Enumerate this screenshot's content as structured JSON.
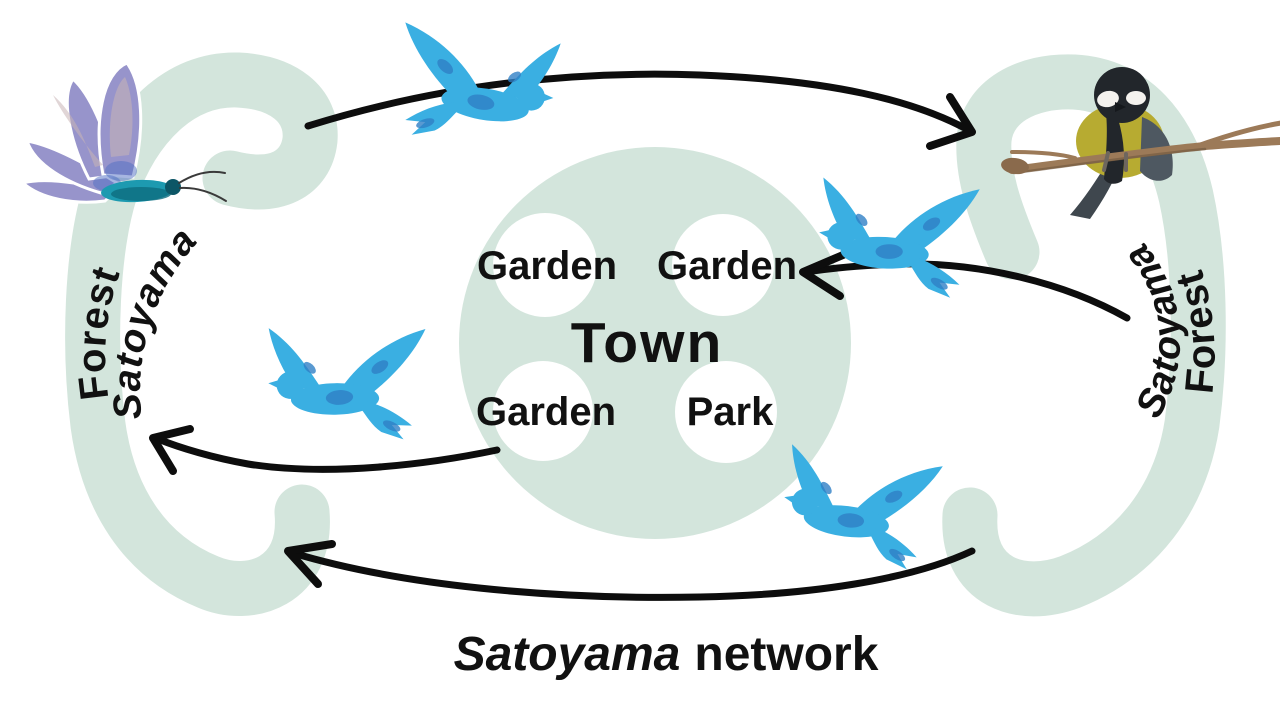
{
  "caption": {
    "satoyama": "Satoyama",
    "network": "network"
  },
  "left_region": {
    "band_label": "Forest",
    "gap_label": "Satoyama"
  },
  "right_region": {
    "band_label": "Forest",
    "gap_label": "Satoyama"
  },
  "town": {
    "label": "Town",
    "areas": [
      "Garden",
      "Garden",
      "Garden",
      "Park"
    ]
  },
  "icons": {
    "butterfly": "blue-butterfly",
    "perched_bird": "great-tit-on-branch",
    "flying_bird": "blue-swallow",
    "flying_bird_count": 4
  },
  "colors": {
    "mint": "#d3e5dc",
    "ink": "#111111",
    "arrow": "#0d0d0d",
    "bird_blue": "#3aafe2",
    "bird_blue_dark": "#2f7fc5",
    "butterfly_wing": "#9794cb",
    "butterfly_sheen": "#c9b4b6",
    "butterfly_base": "#4f6dc4",
    "butterfly_body": "#1d9ab0",
    "tit_yellow": "#b7ab31",
    "tit_dark": "#22262b",
    "tit_wing": "#4e5861",
    "branch_brown": "#9c7a58",
    "branch_dark": "#6f563e"
  }
}
